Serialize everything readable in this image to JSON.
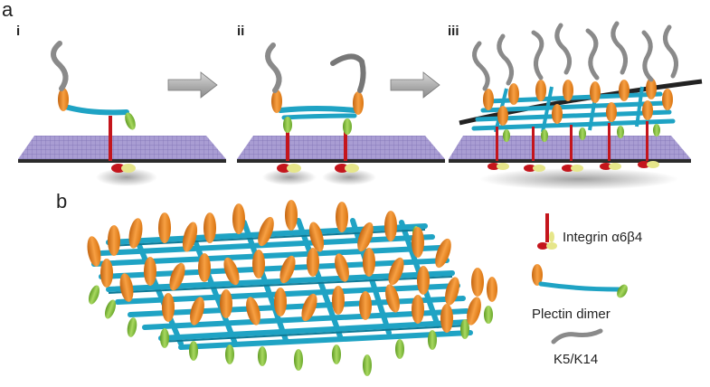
{
  "panels": {
    "a": {
      "letter": "a",
      "steps": [
        "i",
        "ii",
        "iii"
      ]
    },
    "b": {
      "letter": "b"
    }
  },
  "legend": {
    "integrin": "Integrin α6β4",
    "plectin": "Plectin dimer",
    "keratin": "K5/K14"
  },
  "colors": {
    "membrane": "#9b8fc7",
    "filament": "#1fa3c4",
    "plectin_head": "#f08a1e",
    "plectin_tail": "#8cc63f",
    "integrin_red": "#c4151c",
    "integrin_yellow": "#e6e68a",
    "keratin": "#8a8a8a",
    "arrow": "#9a9a9a"
  }
}
